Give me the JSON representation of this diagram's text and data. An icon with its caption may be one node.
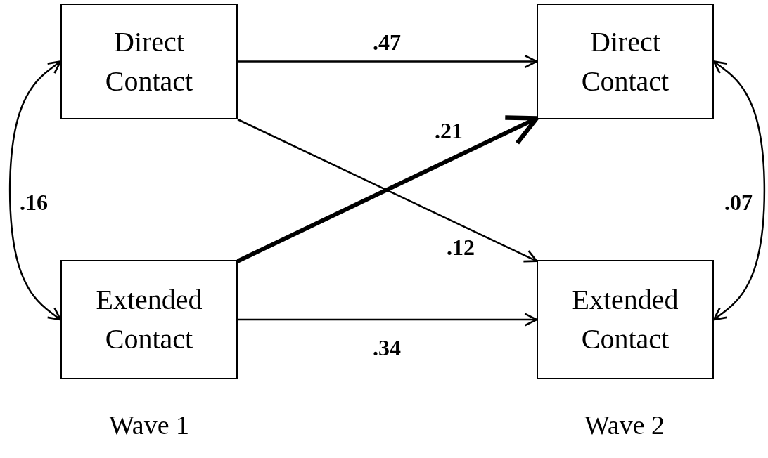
{
  "diagram": {
    "nodes": [
      {
        "text": [
          "Direct Contact"
        ]
      },
      {
        "text": [
          "Direct Contact"
        ]
      },
      {
        "text": [
          "Extended Contact"
        ]
      },
      {
        "text": [
          "Extended Contact"
        ]
      }
    ],
    "edges": [
      {
        "from": 0,
        "to": 1,
        "arrow": "to",
        "label": ".47"
      },
      {
        "from": 2,
        "to": 1,
        "arrow": "to",
        "label": ".21",
        "style": "thick"
      },
      {
        "from": 0,
        "to": 3,
        "arrow": "to",
        "label": ".12"
      },
      {
        "from": 2,
        "to": 3,
        "arrow": "to",
        "label": ".34"
      },
      {
        "from": 0,
        "to": 2,
        "arrow": "both",
        "label": ".16"
      },
      {
        "from": 1,
        "to": 3,
        "arrow": "both",
        "label": ".07"
      }
    ],
    "labels": [
      "Wave 1",
      "Wave 2"
    ]
  }
}
